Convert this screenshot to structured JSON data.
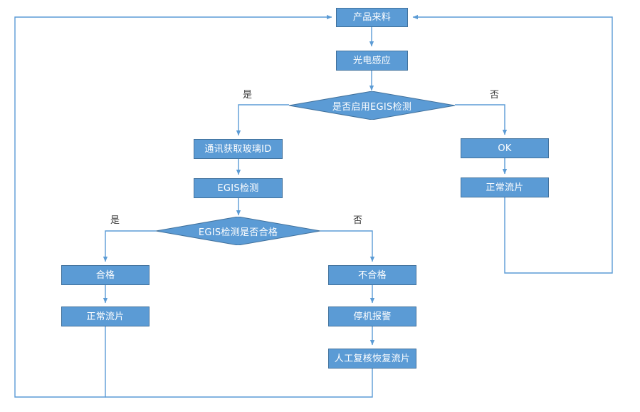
{
  "diagram": {
    "type": "flowchart",
    "orientation": "top-down",
    "palette": {
      "node_fill": "#5B9BD5",
      "node_border": "#41719C",
      "node_text": "#FFFFFF",
      "connector": "#5B9BD5",
      "branch_label_text": "#3A3A3A",
      "background": "#FFFFFF"
    },
    "nodes": [
      {
        "id": "start",
        "shape": "process",
        "label": "产品来料"
      },
      {
        "id": "photosensor",
        "shape": "process",
        "label": "光电感应"
      },
      {
        "id": "decision1",
        "shape": "decision",
        "label": "是否启用EGIS检测"
      },
      {
        "id": "get_glass_id",
        "shape": "process",
        "label": "通讯获取玻璃ID"
      },
      {
        "id": "egis_check",
        "shape": "process",
        "label": "EGIS检测"
      },
      {
        "id": "ok",
        "shape": "process",
        "label": "OK"
      },
      {
        "id": "normal_flow_right",
        "shape": "process",
        "label": "正常流片"
      },
      {
        "id": "decision2",
        "shape": "decision",
        "label": "EGIS检测是否合格"
      },
      {
        "id": "pass",
        "shape": "process",
        "label": "合格"
      },
      {
        "id": "normal_flow_left",
        "shape": "process",
        "label": "正常流片"
      },
      {
        "id": "fail",
        "shape": "process",
        "label": "不合格"
      },
      {
        "id": "stop_alarm",
        "shape": "process",
        "label": "停机报警"
      },
      {
        "id": "manual_review",
        "shape": "process",
        "label": "人工复核恢复流片"
      }
    ],
    "branch_labels": [
      {
        "id": "d1-yes",
        "label": "是",
        "from": "decision1",
        "side": "left"
      },
      {
        "id": "d1-no",
        "label": "否",
        "from": "decision1",
        "side": "right"
      },
      {
        "id": "d2-yes",
        "label": "是",
        "from": "decision2",
        "side": "left"
      },
      {
        "id": "d2-no",
        "label": "否",
        "from": "decision2",
        "side": "right"
      }
    ]
  }
}
